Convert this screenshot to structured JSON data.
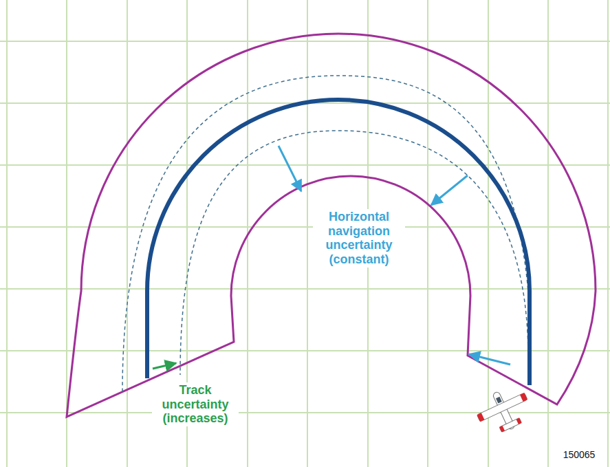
{
  "diagram": {
    "labels": [
      "Horizontal navigation uncertainty (constant)",
      "Track uncertainty (increases)",
      "150065"
    ]
  }
}
